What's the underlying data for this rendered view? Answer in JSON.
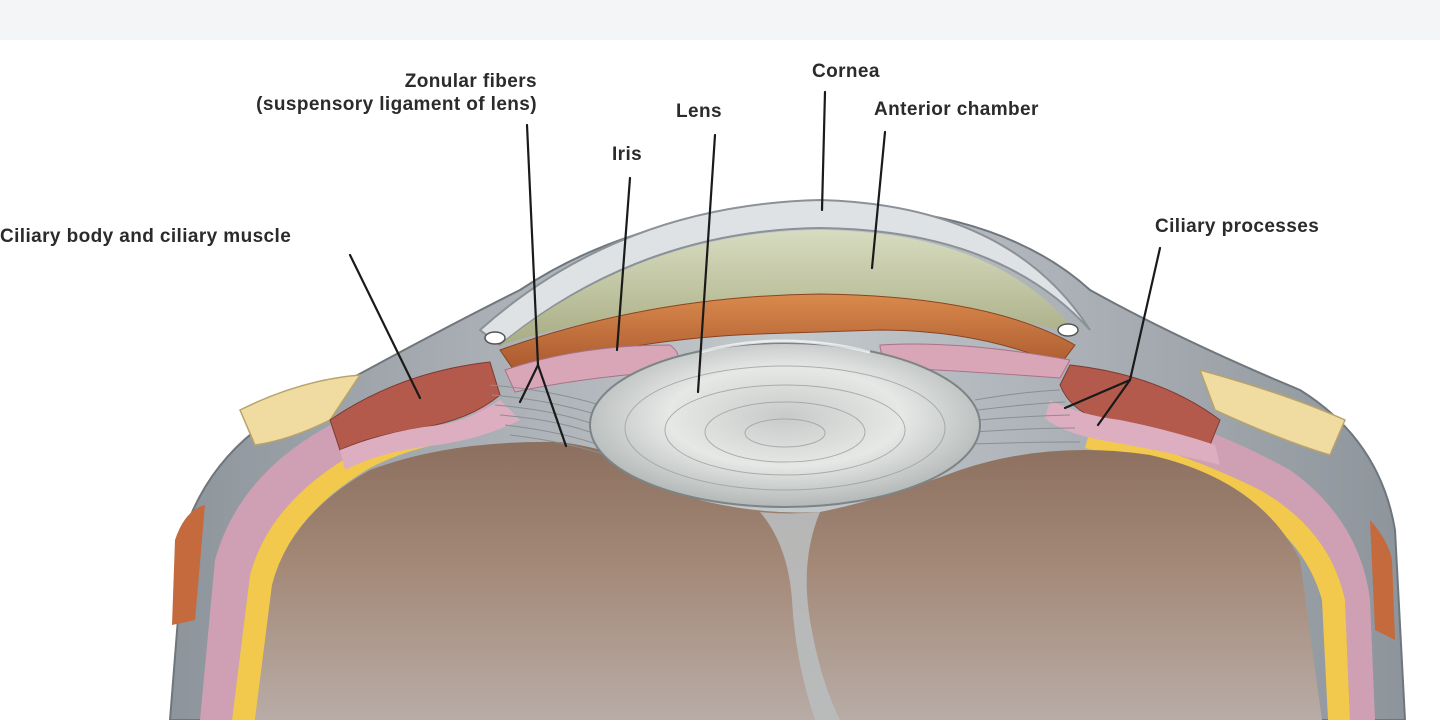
{
  "labels": {
    "zonular_fibers_line1": "Zonular fibers",
    "zonular_fibers_line2": "(suspensory ligament of lens)",
    "cornea": "Cornea",
    "lens": "Lens",
    "anterior_chamber": "Anterior chamber",
    "iris": "Iris",
    "ciliary_body": "Ciliary body and ciliary muscle",
    "ciliary_processes": "Ciliary processes"
  },
  "colors": {
    "sclera": "#a7aeb4",
    "cornea": "#d9dde0",
    "aqueous": "#c6c9a0",
    "iris": "#c8743e",
    "ciliary_pink": "#d9a6b8",
    "ciliary_muscle": "#b45a4c",
    "retina_yellow": "#f2c94c",
    "choroid_pink": "#cf9fb4",
    "vitreous": "#9b7f6c",
    "lens": "#dfe3e2"
  }
}
